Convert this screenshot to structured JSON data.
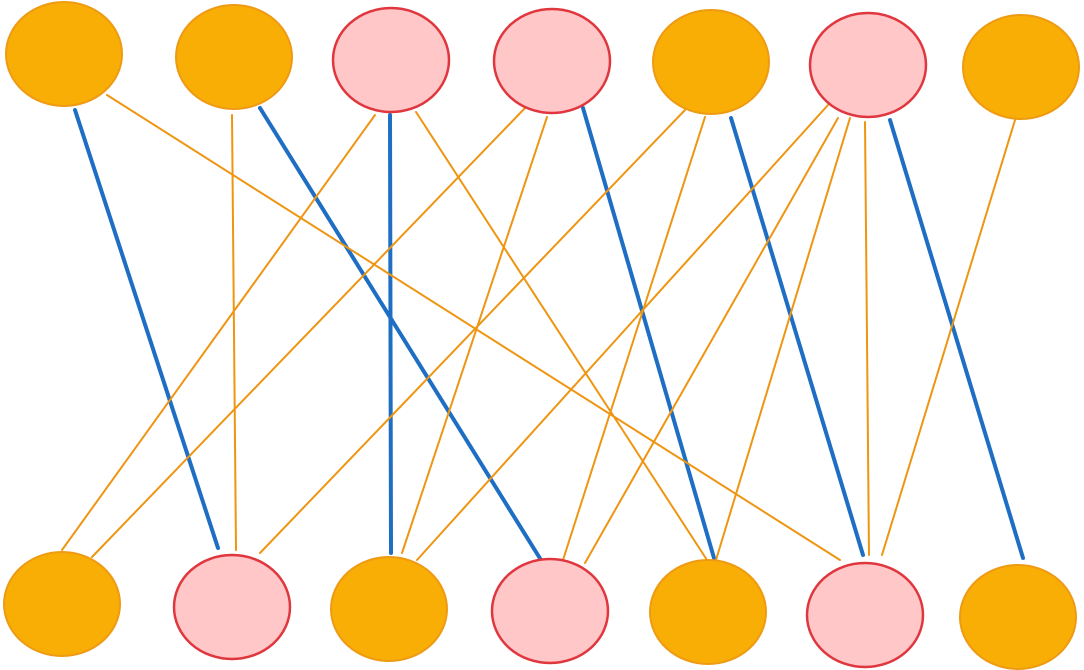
{
  "colors": {
    "orange_fill": "#F9AE06",
    "orange_stroke": "#EE9A12",
    "pink_fill": "#FFC7C8",
    "pink_stroke": "#E0373F",
    "blue_edge": "#1E6EC4",
    "orange_edge": "#EE9512"
  },
  "top_nodes": [
    {
      "id": "t1",
      "kind": "orange"
    },
    {
      "id": "t2",
      "kind": "orange"
    },
    {
      "id": "t3",
      "kind": "pink"
    },
    {
      "id": "t4",
      "kind": "pink"
    },
    {
      "id": "t5",
      "kind": "orange"
    },
    {
      "id": "t6",
      "kind": "pink"
    },
    {
      "id": "t7",
      "kind": "orange"
    }
  ],
  "bottom_nodes": [
    {
      "id": "b1",
      "kind": "orange"
    },
    {
      "id": "b2",
      "kind": "pink"
    },
    {
      "id": "b3",
      "kind": "orange"
    },
    {
      "id": "b4",
      "kind": "pink"
    },
    {
      "id": "b5",
      "kind": "orange"
    },
    {
      "id": "b6",
      "kind": "pink"
    },
    {
      "id": "b7",
      "kind": "orange"
    }
  ],
  "edges": [
    {
      "from": "t1",
      "to": "b2",
      "style": "blue"
    },
    {
      "from": "t2",
      "to": "b4",
      "style": "blue"
    },
    {
      "from": "t3",
      "to": "b3",
      "style": "blue"
    },
    {
      "from": "t4",
      "to": "b5",
      "style": "blue"
    },
    {
      "from": "t5",
      "to": "b6",
      "style": "blue"
    },
    {
      "from": "t6",
      "to": "b7",
      "style": "blue"
    },
    {
      "from": "t1",
      "to": "b6",
      "style": "orange"
    },
    {
      "from": "t2",
      "to": "b2",
      "style": "orange"
    },
    {
      "from": "t3",
      "to": "b1",
      "style": "orange"
    },
    {
      "from": "t3",
      "to": "b5",
      "style": "orange"
    },
    {
      "from": "t4",
      "to": "b1",
      "style": "orange"
    },
    {
      "from": "t4",
      "to": "b3",
      "style": "orange"
    },
    {
      "from": "t5",
      "to": "b2",
      "style": "orange"
    },
    {
      "from": "t5",
      "to": "b4",
      "style": "orange"
    },
    {
      "from": "t6",
      "to": "b3",
      "style": "orange"
    },
    {
      "from": "t6",
      "to": "b4",
      "style": "orange"
    },
    {
      "from": "t6",
      "to": "b5",
      "style": "orange"
    },
    {
      "from": "t6",
      "to": "b6",
      "style": "orange"
    },
    {
      "from": "t7",
      "to": "b6",
      "style": "orange"
    }
  ]
}
